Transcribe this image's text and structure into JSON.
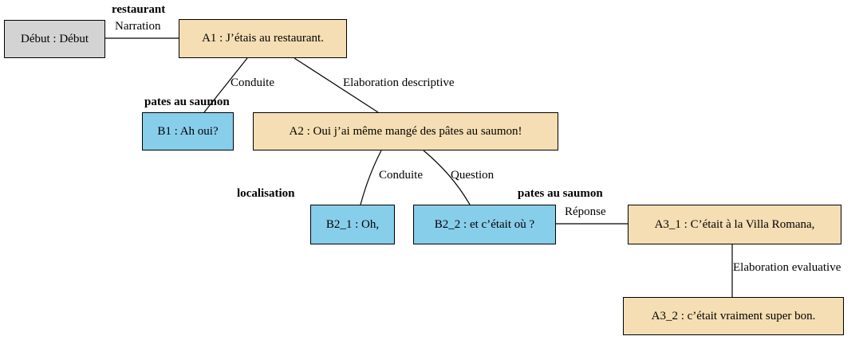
{
  "colors": {
    "start_fill": "#d3d3d3",
    "speaker_a_fill": "#f5deb3",
    "speaker_b_fill": "#87ceeb",
    "line": "#000000"
  },
  "nodes": {
    "debut": "Début : Début",
    "a1": "A1 : J’étais au restaurant.",
    "b1": "B1 : Ah oui?",
    "a2": "A2 : Oui j’ai même mangé des pâtes au saumon!",
    "b2_1": "B2_1 : Oh,",
    "b2_2": "B2_2 : et c’était où ?",
    "a3_1": "A3_1 : C’était à la Villa Romana,",
    "a3_2": "A3_2 : c’était vraiment super bon."
  },
  "edge_labels": {
    "debut_a1": "Narration",
    "a1_b1": "Conduite",
    "a1_a2": "Elaboration descriptive",
    "a2_b2_1": "Conduite",
    "a2_b2_2": "Question",
    "b2_2_a3_1": "Réponse",
    "a3_1_a3_2": "Elaboration evaluative"
  },
  "topics": {
    "restaurant": "restaurant",
    "pates_b1": "pates au saumon",
    "localisation": "localisation",
    "pates_b2_2": "pates au saumon"
  }
}
